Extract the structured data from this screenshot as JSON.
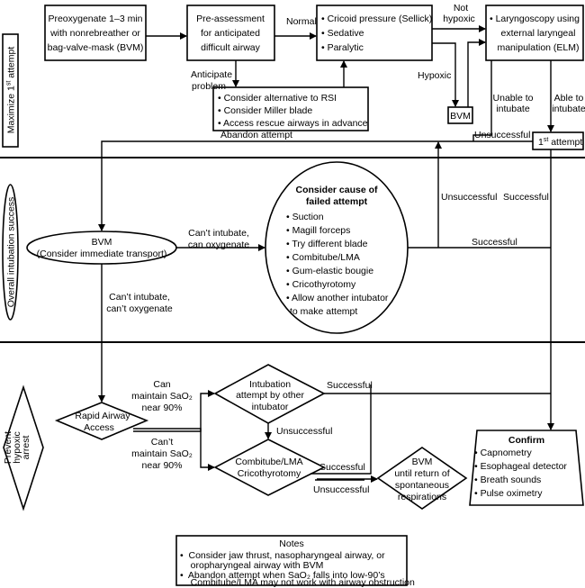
{
  "lanes": {
    "maximize": {
      "text": "Maximize 1",
      "sup": "st",
      "rest": " attempt"
    },
    "overall": "Overall intubation success",
    "prevent": [
      "Prevent",
      "hypoxic",
      "arrest"
    ]
  },
  "nodes": {
    "preoxygenate": [
      "Preoxygenate 1–3 min",
      "with nonrebreather or",
      "bag-valve-mask (BVM)"
    ],
    "preassessment": [
      "Pre-assessment",
      "for anticipated",
      "difficult airway"
    ],
    "rsi": [
      "• Cricoid pressure (Sellick)",
      "• Sedative",
      "• Paralytic"
    ],
    "laryngoscopy": [
      "• Laryngoscopy using",
      "external laryngeal",
      "manipulation (ELM)"
    ],
    "bvm_small": "BVM",
    "anticipate_box": [
      "• Consider alternative to RSI",
      "• Consider Miller blade",
      "• Access rescue airways in advance"
    ],
    "first_attempt": {
      "num": "1",
      "sup": "st",
      "rest": " attempt"
    },
    "bvm_transport": [
      "BVM",
      "(Consider immediate transport)"
    ],
    "consider_cause": {
      "title": [
        "Consider cause of",
        "failed attempt"
      ],
      "items": [
        "• Suction",
        "• Magill forceps",
        "• Try different blade",
        "• Combitube/LMA",
        "• Gum-elastic bougie",
        "• Cricothyrotomy",
        "• Allow another intubator",
        "  to make attempt"
      ]
    },
    "rapid_airway": [
      "Rapid Airway",
      "Access"
    ],
    "intubation_other": [
      "Intubation",
      "attempt by other",
      "intubator"
    ],
    "combitube": [
      "Combitube/LMA",
      "Cricothyrotomy"
    ],
    "bvm_spontaneous": [
      "BVM",
      "until return of",
      "spontaneous",
      "respirations"
    ],
    "confirm": {
      "title": "Confirm",
      "items": [
        "• Capnometry",
        "• Esophageal detector",
        "• Breath sounds",
        "• Pulse oximetry"
      ]
    }
  },
  "edges": {
    "normal": "Normal",
    "not_hypoxic": [
      "Not",
      "hypoxic"
    ],
    "hypoxic": "Hypoxic",
    "anticipate_problem": [
      "Anticipate",
      "problem"
    ],
    "unable": [
      "Unable to",
      "intubate"
    ],
    "able": [
      "Able to",
      "intubate"
    ],
    "abandon": "Abandon attempt",
    "unsuccessful_top": "Unsuccessful",
    "unsuccessful_mid": "Unsuccessful",
    "successful_mid": "Successful",
    "successful_cause": "Successful",
    "cant_int_can_oxy": [
      "Can’t intubate,",
      "can oxygenate"
    ],
    "cant_int_cant_oxy": [
      "Can’t intubate,",
      "can’t oxygenate"
    ],
    "can_maintain": [
      "Can",
      "maintain SaO₂",
      "near 90%"
    ],
    "cant_maintain": [
      "Can’t",
      "maintain SaO₂",
      "near 90%"
    ],
    "successful_other": "Successful",
    "unsuccessful_other": "Unsuccessful",
    "successful_combi": "Successful",
    "unsuccessful_combi": "Unsuccessful"
  },
  "notes": {
    "title": "Notes",
    "lines": [
      "•  Consider jaw thrust, nasopharyngeal airway, or",
      "    oropharyngeal airway with BVM",
      "•  Abandon attempt when SaO₂ falls into low-90’s",
      "    Combitube/LMA may not work with airway obstruction"
    ]
  }
}
